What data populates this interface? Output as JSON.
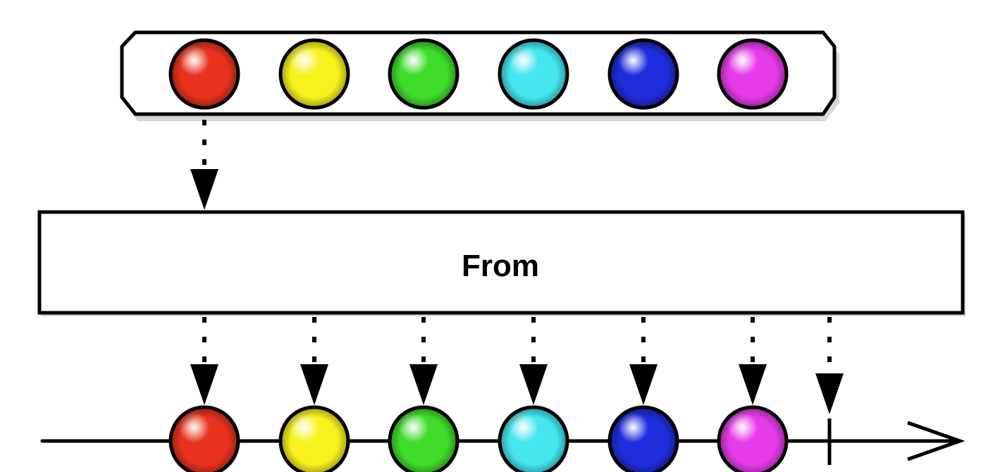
{
  "operator": {
    "label": "From"
  },
  "source_items": [
    {
      "name": "red",
      "color": "#e8321e"
    },
    {
      "name": "yellow",
      "color": "#f7f21e"
    },
    {
      "name": "green",
      "color": "#3fdc2c"
    },
    {
      "name": "cyan",
      "color": "#45e6ef"
    },
    {
      "name": "blue",
      "color": "#1f2cdc"
    },
    {
      "name": "magenta",
      "color": "#e53be8"
    }
  ],
  "output_items": [
    {
      "name": "red",
      "color": "#e8321e"
    },
    {
      "name": "yellow",
      "color": "#f7f21e"
    },
    {
      "name": "green",
      "color": "#3fdc2c"
    },
    {
      "name": "cyan",
      "color": "#45e6ef"
    },
    {
      "name": "blue",
      "color": "#1f2cdc"
    },
    {
      "name": "magenta",
      "color": "#e53be8"
    }
  ],
  "output_completes": true
}
